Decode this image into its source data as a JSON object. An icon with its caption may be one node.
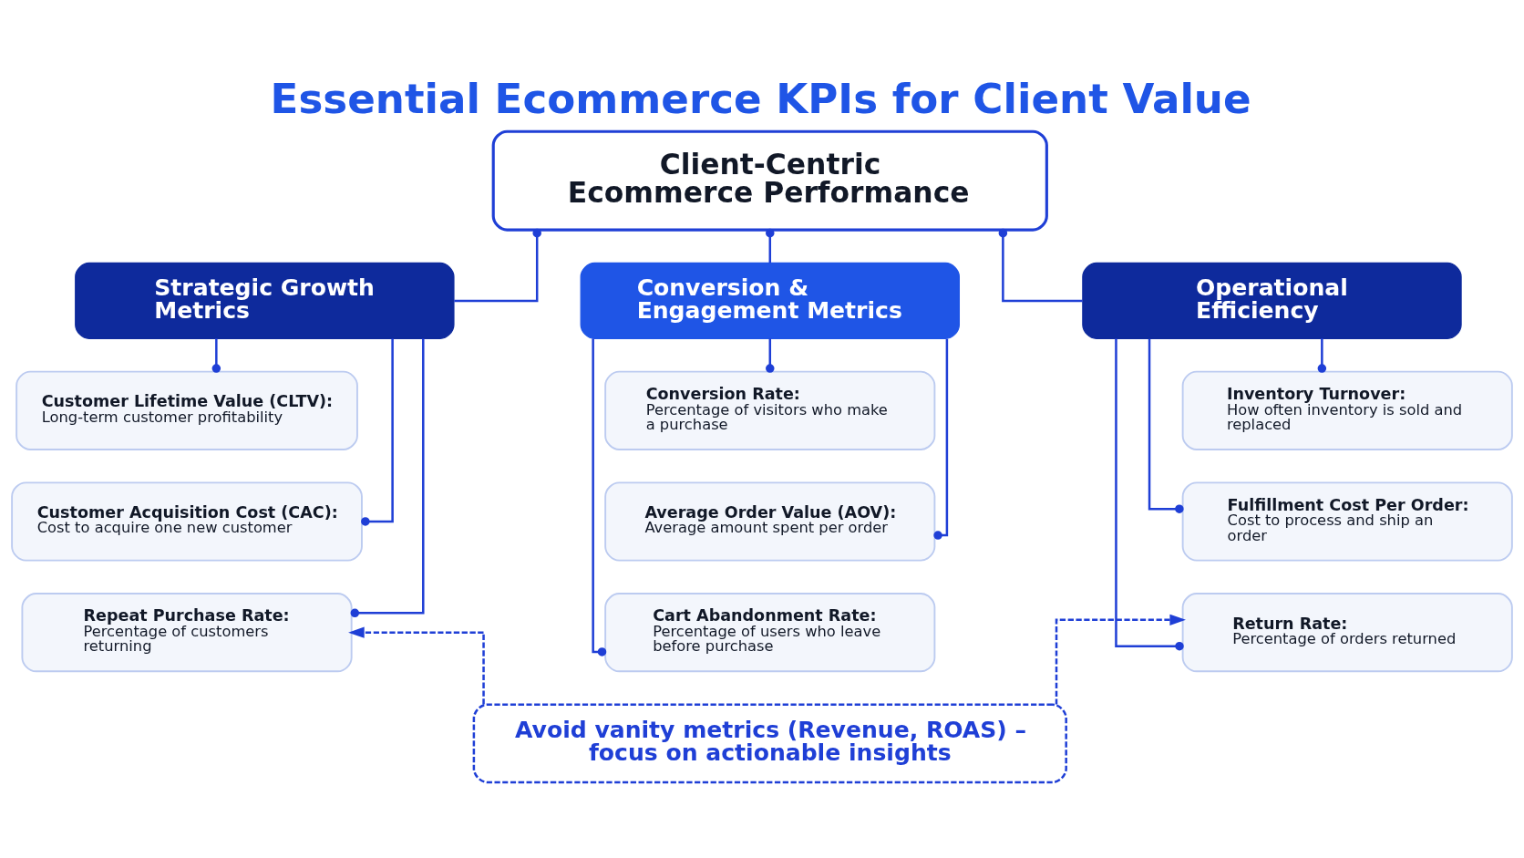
{
  "diagram": {
    "title": "Essential Ecommerce KPIs for Client Value",
    "nodes": [
      {
        "text": [
          "Client-Centric Ecommerce Performance"
        ]
      },
      {
        "text": [
          "Strategic Growth Metrics"
        ]
      },
      {
        "text": [
          "Conversion & Engagement Metrics"
        ]
      },
      {
        "text": [
          "Operational Efficiency"
        ]
      },
      {
        "text": [
          "Customer Lifetime Value (CLTV):",
          "Long-term customer profitability"
        ]
      },
      {
        "text": [
          "Customer Acquisition Cost (CAC):",
          "Cost to acquire one new customer"
        ]
      },
      {
        "text": [
          "Repeat Purchase Rate:",
          "Percentage of customers returning"
        ]
      },
      {
        "text": [
          "Conversion Rate:",
          "Percentage of visitors who make a purchase"
        ]
      },
      {
        "text": [
          "Average Order Value (AOV):",
          "Average amount spent per order"
        ]
      },
      {
        "text": [
          "Cart Abandonment Rate:",
          "Percentage of users who leave before purchase"
        ]
      },
      {
        "text": [
          "Inventory Turnover:",
          "How often inventory is sold and replaced"
        ]
      },
      {
        "text": [
          "Fulfillment Cost Per Order:",
          "Cost to process and ship an order"
        ]
      },
      {
        "text": [
          "Return Rate:",
          "Percentage of orders returned"
        ]
      },
      {
        "text": [
          "Avoid vanity metrics (Revenue, ROAS) – focus on actionable insights"
        ]
      }
    ],
    "edges": [
      {
        "from": 0,
        "to": 1,
        "arrow": "other"
      },
      {
        "from": 0,
        "to": 2,
        "arrow": "other"
      },
      {
        "from": 0,
        "to": 3,
        "arrow": "other"
      },
      {
        "from": 1,
        "to": 4,
        "arrow": "other"
      },
      {
        "from": 1,
        "to": 5,
        "arrow": "other"
      },
      {
        "from": 1,
        "to": 6,
        "arrow": "other"
      },
      {
        "from": 2,
        "to": 7,
        "arrow": "other"
      },
      {
        "from": 2,
        "to": 8,
        "arrow": "other"
      },
      {
        "from": 2,
        "to": 9,
        "arrow": "other"
      },
      {
        "from": 3,
        "to": 10,
        "arrow": "other"
      },
      {
        "from": 3,
        "to": 11,
        "arrow": "other"
      },
      {
        "from": 3,
        "to": 12,
        "arrow": "other"
      },
      {
        "from": 13,
        "to": 6,
        "arrow": "to",
        "style": "dashed"
      },
      {
        "from": 13,
        "to": 12,
        "arrow": "to",
        "style": "dashed"
      }
    ]
  }
}
